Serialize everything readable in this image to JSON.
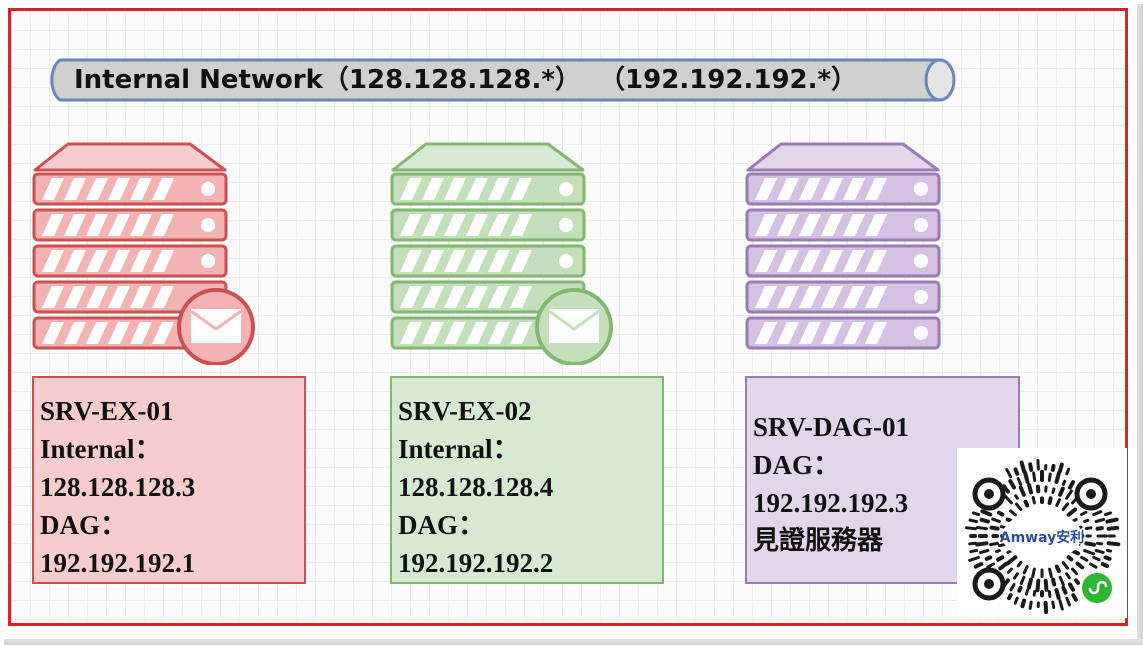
{
  "network": {
    "label": "Internal Network（128.128.128.*）  （192.192.192.*）"
  },
  "servers": [
    {
      "name": "SRV-EX-01",
      "lines": [
        "SRV-EX-01",
        "Internal：",
        "128.128.128.3",
        "DAG：",
        "192.192.192.1"
      ],
      "has_mail": true,
      "color": "#c9514f",
      "fill": "#f6cccc"
    },
    {
      "name": "SRV-EX-02",
      "lines": [
        "SRV-EX-02",
        "Internal：",
        "128.128.128.4",
        "DAG：",
        "192.192.192.2"
      ],
      "has_mail": true,
      "color": "#82b771",
      "fill": "#d6ead2"
    },
    {
      "name": "SRV-DAG-01",
      "lines": [
        "SRV-DAG-01",
        "DAG：",
        "192.192.192.3",
        "見證服務器"
      ],
      "has_mail": false,
      "color": "#9a7bb3",
      "fill": "#e2d6ea"
    }
  ],
  "qr_logo": {
    "text": "Amway安利"
  },
  "colors": {
    "frame_border": "#d9232a",
    "pipe_fill": "#d0d0d0",
    "pipe_stroke": "#6b86b8",
    "wechat_green": "#2fb534"
  }
}
